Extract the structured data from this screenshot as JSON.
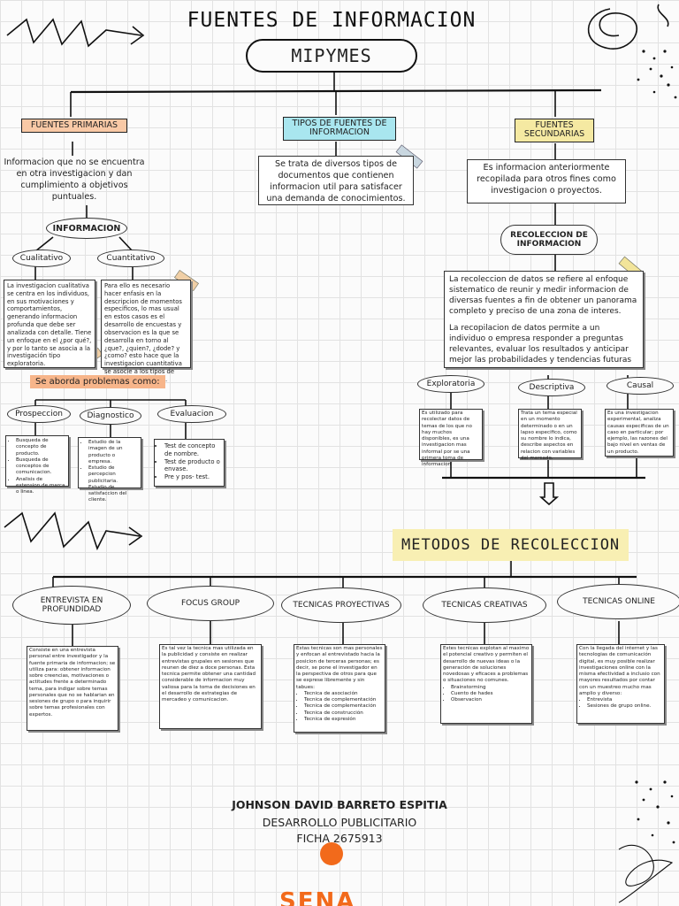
{
  "header": {
    "title": "FUENTES DE INFORMACION",
    "subtitle": "MIPYMES"
  },
  "primarias": {
    "tag": "FUENTES  PRIMARIAS",
    "description": "Informacion que no se encuentra en otra investigacion y dan cumplimiento a objetivos puntuales.",
    "informacion_label": "INFORMACION",
    "cualitativo_label": "Cualitativo",
    "cuantitativo_label": "Cuantitativo",
    "cualitativo_text": "La investigacion cualitativa se centra en los individuos, en sus motivaciones y comportamientos, generando informacion profunda que debe ser analizada con detalle. Tiene un enfoque en el ¿por qué?, y por lo tanto se asocia a la investigación tipo exploratoria.",
    "cuantitativo_text": "Para ello es necesario hacer enfasis en la descripcion de momentos especificos, lo mas usual en estos casos es el desarrollo de encuestas y observacion es la que se desarrolla en torno al ¿que?, ¿quien?, ¿dode? y ¿como? esto hace que la investigacion cuantitativa se asocie a los tipos de descripcion y causal.",
    "aborda_label": "Se aborda problemas como:",
    "prospeccion_label": "Prospeccion",
    "diagnostico_label": "Diagnostico",
    "evaluacion_label": "Evaluacion",
    "prospeccion_items": [
      "Busqueda de concepto de producto.",
      "Busqueda de conceptos de comunicacion.",
      "Analisis de extension de marca o linea."
    ],
    "diagnostico_items": [
      "Estudio de la imagen de un producto o empresa.",
      "Estudio de percepcion publicitaria.",
      "Estudio de satisfaccion del cliente."
    ],
    "evaluacion_items": [
      "Test de concepto de nombre.",
      "Test de producto o envase.",
      "Pre y pos- test."
    ]
  },
  "tipos": {
    "tag": "TIPOS  DE  FUENTES DE  INFORMACION",
    "description": "Se trata de diversos tipos de documentos que contienen informacion util para satisfacer una demanda de conocimientos."
  },
  "secundarias": {
    "tag": "FUENTES SECUNDARIAS",
    "description": "Es informacion anteriormente recopilada para otros fines como investigacion o proyectos.",
    "recoleccion_label": "RECOLECCION DE INFORMACION",
    "recoleccion_p1": "La recoleccion de datos se refiere al enfoque sistematico de reunir y medir informacion de diversas fuentes a fin de obtener un panorama completo y preciso de una zona de interes.",
    "recoleccion_p2": "La recopilacion de datos permite a un individuo o empresa responder a preguntas relevantes, evaluar los resultados y anticipar mejor las probabilidades y tendencias futuras",
    "exploratoria_label": "Exploratoria",
    "descriptiva_label": "Descriptiva",
    "causal_label": "Causal",
    "exploratoria_text": "Es utilizado para recolectar datos de temas de los que no hay muchos disponibles, es una investigacion mas informal por se una primera toma de informacion",
    "descriptiva_text": "Trata un tema especial en un momento determinado o en un lapso especifico, como su nombre lo indica, describe aspectos en relacion con variables del mercado.",
    "causal_text": "Es una investigacion experimental, analiza causas especificas de un caso en particular; por ejemplo, las razones del bajo nivel en ventas de un producto."
  },
  "metodos": {
    "title": "METODOS DE RECOLECCION",
    "entrevista_label": "ENTREVISTA EN PROFUNDIDAD",
    "focus_label": "FOCUS GROUP",
    "proyectivas_label": "TECNICAS PROYECTIVAS",
    "creativas_label": "TECNICAS CREATIVAS",
    "online_label": "TECNICAS ONLINE",
    "entrevista_text": "Consiste en una entrevista personal entre investigador y la fuente primaria de informacion; se utiliza para: obtener informacion sobre creencias, motivaciones o actitudes frente a determinado tema, para indigar sobre temas personales que no se hablarian en sesiones de grupo o para inquirir sobre temas profesionales con expertos.",
    "focus_text": "Es tal vez la tecnica mas utilizada en la publicidad y consiste en realizar entrevistas grupales en sesiones que reunen de diez a doce personas. Esta tecnica permite obtener una cantidad considerable de informacion muy valiosa para la toma de decisiones en el desarrollo de estrategias de mercadeo y comunicacion.",
    "proyectivas_text": "Estas tecnicas son mas personales y enfocan al entrevistado hacia la posicion de terceras personas; es decir, se pone el investigador en la perspectiva de otros para que se exprese libremente y sin tabues:",
    "proyectivas_items": [
      "Tecnica de asociación",
      "Tecnica de complementación",
      "Tecnica de complementación",
      "Tecnica de construcción",
      "Tecnica de expresión"
    ],
    "creativas_text": "Estes tecnicas explotan al maximo el potencial creativo y permiten el desarrollo de nuevas ideas o la generación de soluciones novedosas y eficaces a problemas o situaciones no comunes.",
    "creativas_items": [
      "Brainstorming",
      "Cuento de hades",
      "Observacion"
    ],
    "online_text": "Con la llegada del internet y las tecnologias de comunicación digital, es muy posible realizar investigaciones online con la misma efectividad a inclusio con mayores resultados por contar con un muestreo mucho mas amplio y diverso:",
    "online_items": [
      "Entrevista",
      "Sesiones de grupo online."
    ]
  },
  "footer": {
    "author": "JOHNSON DAVID BARRETO ESPITIA",
    "program": "DESARROLLO PUBLICITARIO",
    "ficha": "FICHA 2675913",
    "logo_text": "SENA"
  },
  "colors": {
    "orange": "#f7b58a",
    "cyan": "#a9e6ef",
    "yellow": "#f5e9a2",
    "sena_orange": "#f26a1b"
  }
}
